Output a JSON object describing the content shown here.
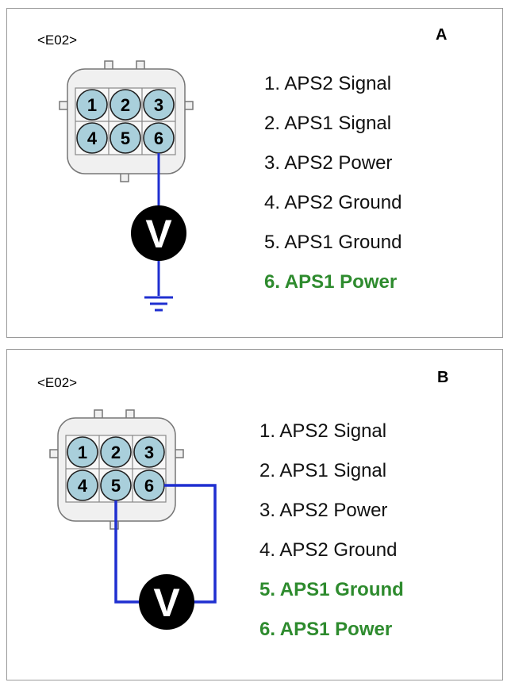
{
  "panels": [
    {
      "id": "A",
      "letter": "A",
      "connector_code": "<E02>",
      "meter_symbol": "V",
      "pins": [
        {
          "num": "1",
          "label": "1. APS2 Signal",
          "highlight": false
        },
        {
          "num": "2",
          "label": "2. APS1 Signal",
          "highlight": false
        },
        {
          "num": "3",
          "label": "3. APS2 Power",
          "highlight": false
        },
        {
          "num": "4",
          "label": "4. APS2 Ground",
          "highlight": false
        },
        {
          "num": "5",
          "label": "5. APS1 Ground",
          "highlight": false
        },
        {
          "num": "6",
          "label": "6. APS1 Power",
          "highlight": true
        }
      ]
    },
    {
      "id": "B",
      "letter": "B",
      "connector_code": "<E02>",
      "meter_symbol": "V",
      "pins": [
        {
          "num": "1",
          "label": "1. APS2 Signal",
          "highlight": false
        },
        {
          "num": "2",
          "label": "2. APS1 Signal",
          "highlight": false
        },
        {
          "num": "3",
          "label": "3. APS2 Power",
          "highlight": false
        },
        {
          "num": "4",
          "label": "4. APS2 Ground",
          "highlight": false
        },
        {
          "num": "5",
          "label": "5. APS1 Ground",
          "highlight": true
        },
        {
          "num": "6",
          "label": "6. APS1 Power",
          "highlight": true
        }
      ]
    }
  ],
  "colors": {
    "wire": "#1f2fd0",
    "pin_fill": "#a9cfdb",
    "highlight": "#2e8b2e",
    "connector_fill": "#f0f0f0",
    "meter_fill": "#000000"
  }
}
